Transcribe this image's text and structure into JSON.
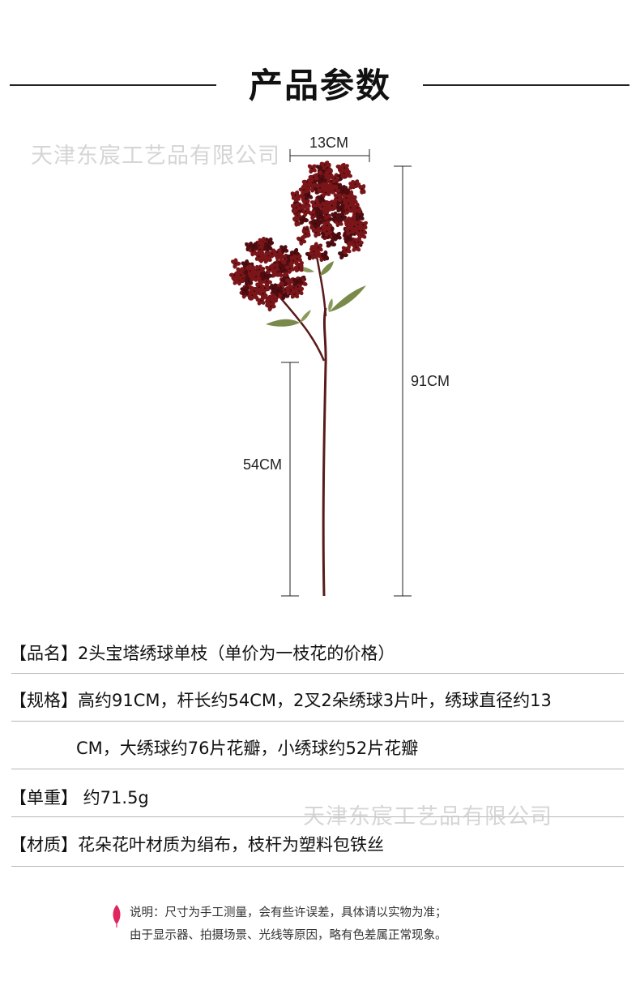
{
  "header": {
    "title": "产品参数"
  },
  "watermark": "天津东宸工艺品有限公司",
  "dimensions": {
    "width_label": "13CM",
    "height_label": "91CM",
    "stem_label": "54CM"
  },
  "specs": [
    {
      "key": "【品名】",
      "value": "2头宝塔绣球单枝（单价为一枝花的价格）"
    },
    {
      "key": "【规格】",
      "value": "高约91CM，杆长约54CM，2叉2朵绣球3片叶，绣球直径约13"
    },
    {
      "key": "",
      "value": "CM，大绣球约76片花瓣，小绣球约52片花瓣"
    },
    {
      "key": "【单重】",
      "value": " 约71.5g"
    },
    {
      "key": "【材质】",
      "value": "花朵花叶材质为绢布，枝杆为塑料包铁丝"
    }
  ],
  "note": {
    "line1": "说明：尺寸为手工测量，会有些许误差，具体请以实物为准；",
    "line2": "由于显示器、拍摄场景、光线等原因，略有色差属正常现象。"
  },
  "colors": {
    "flower": "#7a1519",
    "flower_dark": "#4e0c10",
    "leaf": "#7a8a4a",
    "stem": "#5a1a1a",
    "accent": "#e0245e"
  }
}
